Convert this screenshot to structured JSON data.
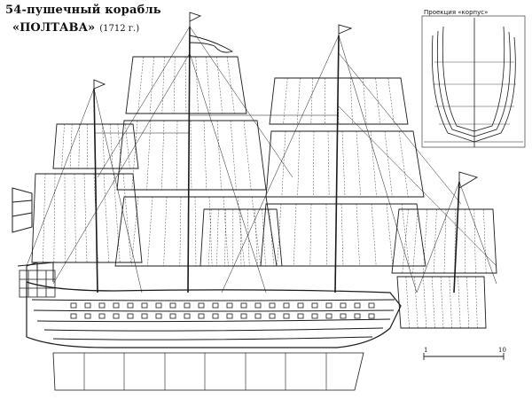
{
  "title": {
    "line1": "54-пушечный корабль",
    "name": "«ПОЛТАВА»",
    "year": "(1712 г.)"
  },
  "projection": {
    "label": "Проекция «корпус»"
  },
  "scale": {
    "min": "1",
    "max": "10"
  },
  "colors": {
    "ink": "#1a1a1a",
    "paper": "#ffffff"
  }
}
